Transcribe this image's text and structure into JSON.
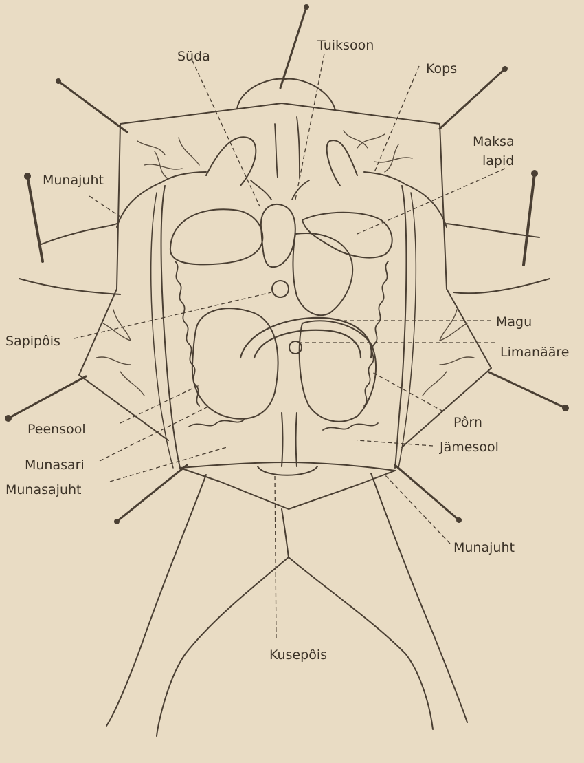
{
  "colors": {
    "paper": "#e9dcc4",
    "ink": "#4a3f33",
    "text": "#3b3227"
  },
  "labels": {
    "suda": "Süda",
    "tuiksoon": "Tuiksoon",
    "kops": "Kops",
    "maksa_lapid_1": "Maksa",
    "maksa_lapid_2": "lapid",
    "munajuht_top": "Munajuht",
    "sapipois": "Sapipôis",
    "magu": "Magu",
    "limanaare": "Limanääre",
    "peensool": "Peensool",
    "porn": "Pôrn",
    "jamesool": "Jämesool",
    "munasari": "Munasari",
    "munasajuht": "Munasajuht",
    "munajuht_bottom": "Munajuht",
    "kusepois": "Kusepôis"
  }
}
